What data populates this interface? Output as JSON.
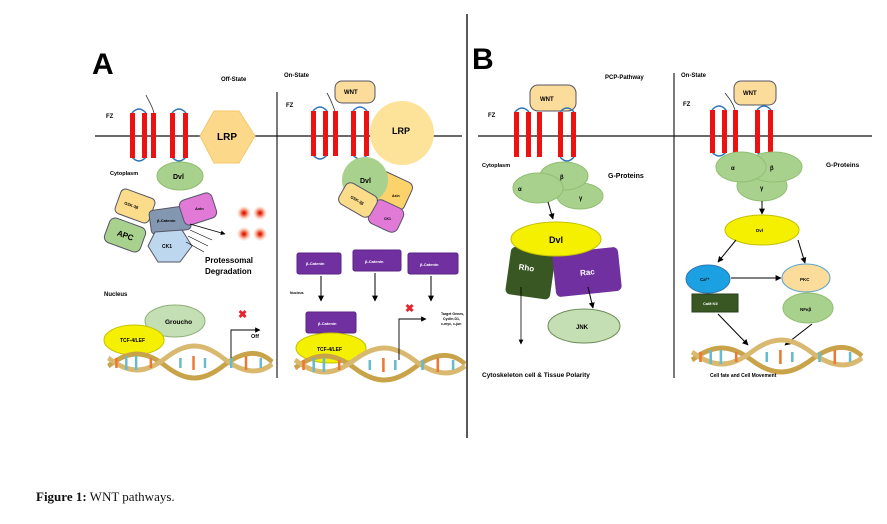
{
  "figure": {
    "caption_label": "Figure 1:",
    "caption_text": " WNT pathways."
  },
  "panel_a": {
    "letter": "A",
    "off_state": {
      "title": "Off-State",
      "fz": "FZ",
      "lrp": "LRP",
      "cytoplasm": "Cytoplasm",
      "dvl": "Dvl",
      "gsk3b": "GSK-3β",
      "apc": "APC",
      "beta_catenin": "β-Catenin",
      "axin": "Axin",
      "ck1": "CK1",
      "degradation_line1": "Protessomal",
      "degradation_line2": "Degradation",
      "nucleus": "Nucleus",
      "groucho": "Groucho",
      "tcf_lef": "TCF-4/LEF",
      "off": "Off"
    },
    "on_state": {
      "title": "On-State",
      "fz": "FZ",
      "wnt": "WNT",
      "lrp": "LRP",
      "dvl": "Dvl",
      "axin": "Axin",
      "gsk3b": "GSK-3β",
      "ck1": "CK1",
      "beta_catenin": "β-Catenin",
      "nucleus": "Nucleus",
      "tcf_lef": "TCF-4/LEF",
      "target_line1": "Target Genes,",
      "target_line2": "Cyclin D1,",
      "target_line3": "c-myc, c-jun"
    }
  },
  "panel_b": {
    "letter": "B",
    "pcp": {
      "title": "PCP-Pathway",
      "fz": "FZ",
      "wnt": "WNT",
      "cytoplasm": "Cytoplasm",
      "alpha": "α",
      "beta": "β",
      "gamma": "γ",
      "g_proteins": "G-Proteins",
      "dvl": "Dvl",
      "rho": "Rho",
      "rac": "Rac",
      "jnk": "JNK",
      "outcome": "Cytoskeleton cell & Tissue Polarity"
    },
    "on_state": {
      "title": "On-State",
      "fz": "FZ",
      "wnt": "WNT",
      "alpha": "α",
      "beta": "β",
      "gamma": "γ",
      "g_proteins": "G-Proteins",
      "dvl": "Dvl",
      "ca": "Ca²⁺",
      "camkii": "CaM KII",
      "pkc": "PKC",
      "nfkb": "NFκβ",
      "outcome": "Cell fate and Cell Movement"
    }
  },
  "colors": {
    "receptor_red": "#ee1111",
    "lrp_fill": "#fcd98a",
    "wnt_fill": "#fbdc9b",
    "green_fill": "#a9d18e",
    "yellow_fill": "#f5f000",
    "purple_fill": "#7030a0",
    "dark_green": "#385723",
    "pink_fill": "#e07ad6",
    "blue_fill": "#9dc3e6",
    "ca_blue": "#1ba1e2"
  }
}
